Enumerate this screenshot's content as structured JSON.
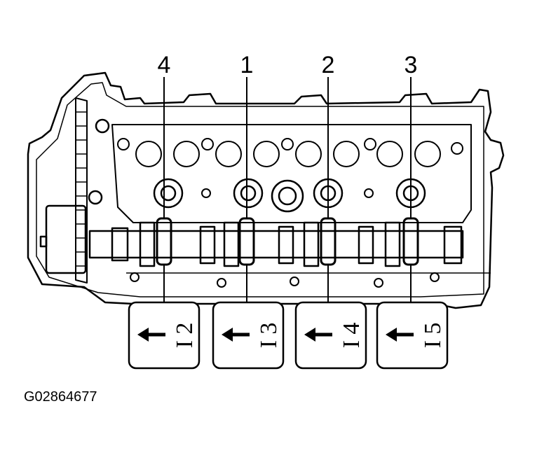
{
  "figure_id": "G02864677",
  "callouts": [
    "4",
    "1",
    "2",
    "3"
  ],
  "caps": [
    {
      "marking": "I 2"
    },
    {
      "marking": "I 3"
    },
    {
      "marking": "I 4"
    },
    {
      "marking": "I 5"
    }
  ],
  "colors": {
    "line": "#000000",
    "background": "#ffffff"
  }
}
